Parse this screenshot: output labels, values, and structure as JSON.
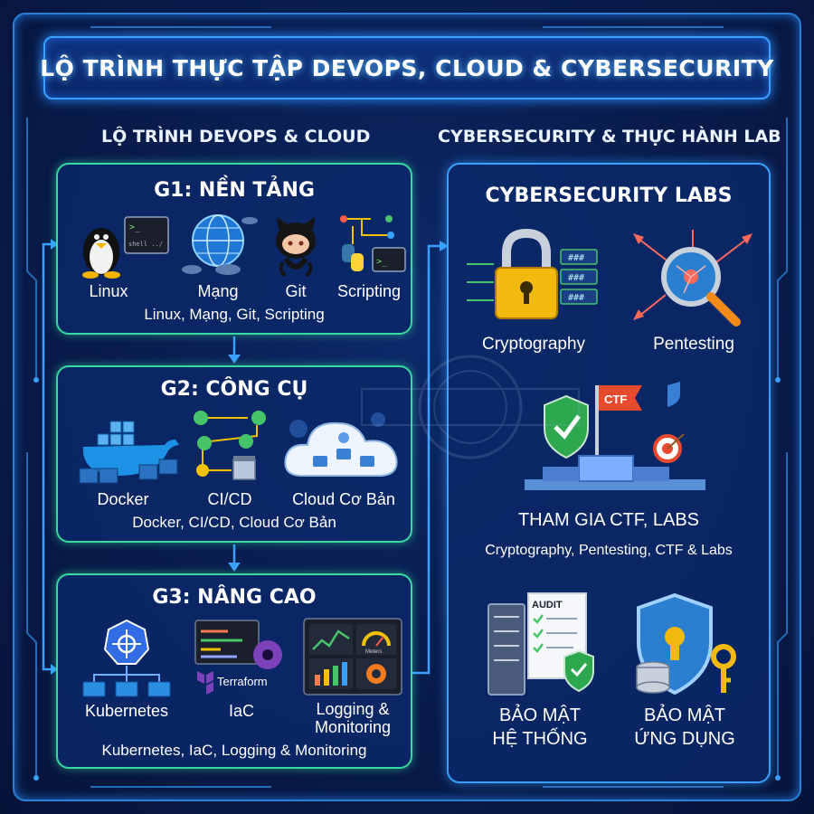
{
  "title": "LỘ TRÌNH THỰC TẬP DEVOPS, CLOUD & CYBERSECURITY",
  "left_heading": "LỘ TRÌNH DEVOPS & CLOUD",
  "right_heading": "CYBERSECURITY & THỰC HÀNH LAB",
  "stages": [
    {
      "title": "G1: NỀN TẢNG",
      "items": [
        "Linux",
        "Mạng",
        "Git",
        "Scripting"
      ],
      "summary": "Linux, Mạng, Git, Scripting",
      "terminal_text": "shell ../"
    },
    {
      "title": "G2: CÔNG CỤ",
      "items": [
        "Docker",
        "CI/CD",
        "Cloud Cơ Bản"
      ],
      "summary": "Docker, CI/CD, Cloud Cơ Bản"
    },
    {
      "title": "G3: NÂNG CAO",
      "items": [
        "Kubernetes",
        "IaC",
        "Logging &",
        "Monitoring"
      ],
      "summary": "Kubernetes, IaC, Logging & Monitoring",
      "terraform_label": "Terraform",
      "meter_label": "Meters"
    }
  ],
  "security": {
    "title": "CYBERSECURITY LABS",
    "cryptography": "Cryptography",
    "pentesting": "Pentesting",
    "hash_text": "###",
    "ctf_flag": "CTF",
    "ctf_title": "THAM GIA CTF, LABS",
    "ctf_summary": "Cryptography, Pentesting, CTF & Labs",
    "audit_label": "AUDIT",
    "system_line1": "BẢO MẬT",
    "system_line2": "HỆ THỐNG",
    "app_line1": "BẢO MẬT",
    "app_line2": "ỨNG DỤNG"
  },
  "colors": {
    "accent_blue": "#3aa0ff",
    "stage_border": "#36d9a0",
    "background": "#091d4f"
  }
}
